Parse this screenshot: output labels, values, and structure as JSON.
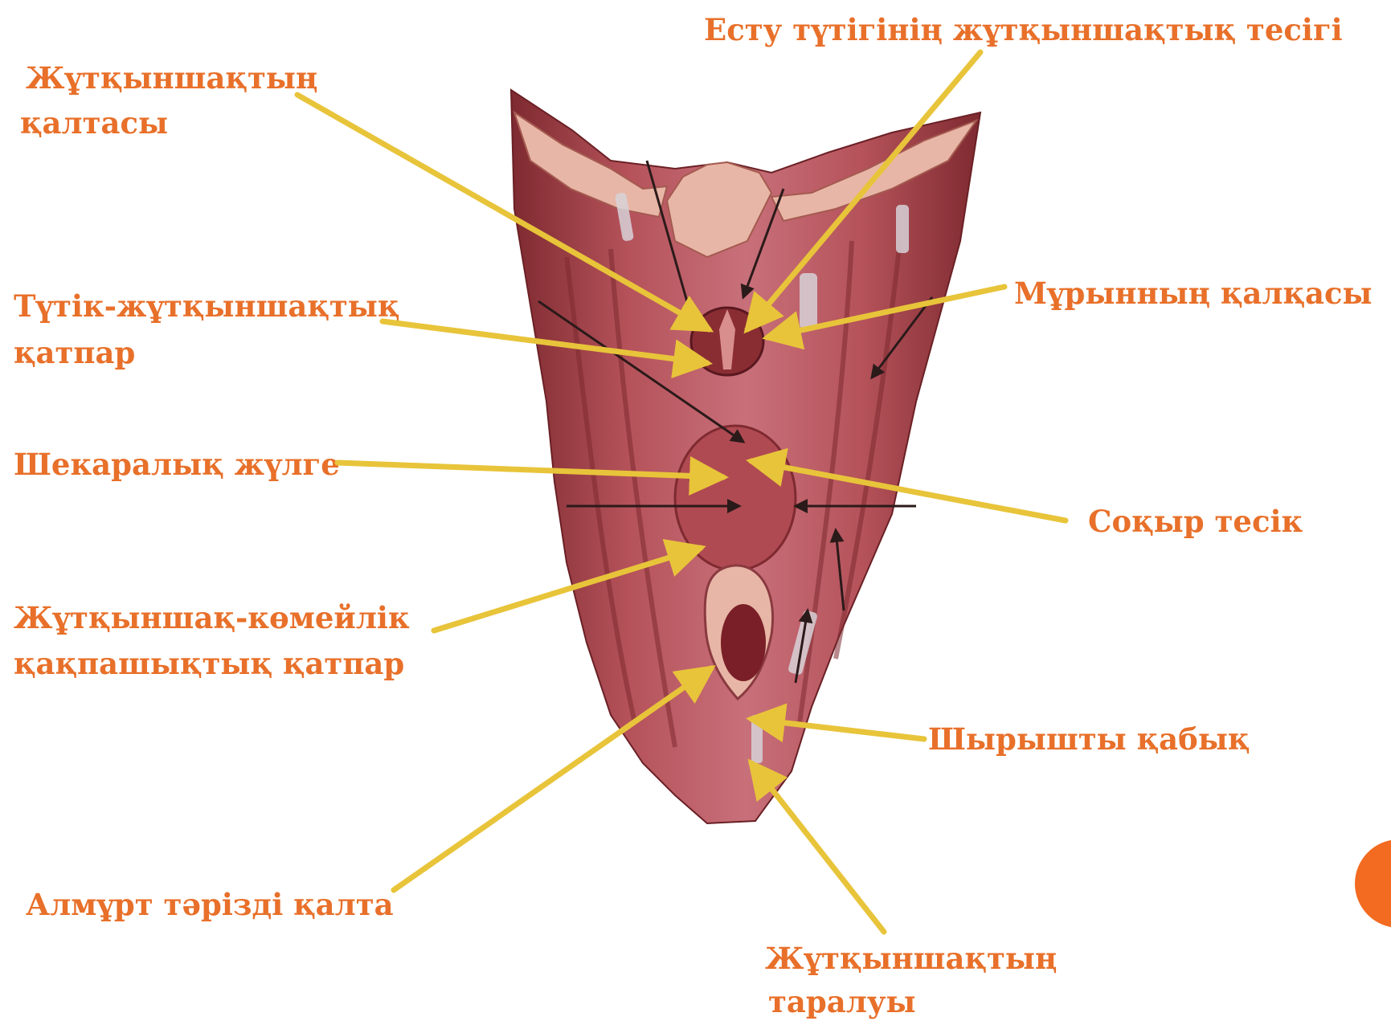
{
  "colors": {
    "label_text": "#e8702a",
    "pointer_arrow": "#e8c43a",
    "tissue_dark": "#8a2d33",
    "tissue_mid": "#b5525a",
    "tissue_light": "#d98e8e",
    "bone": "#e8b6a6",
    "accent_circle": "#f26b21"
  },
  "labels": {
    "auditory_tube_opening": "Есту түтігінің жұтқыншақтық тесігі",
    "pharyngeal_pouch_line1": "Жұтқыншақтың",
    "pharyngeal_pouch_line2": "қалтасы",
    "nasal_septum": "Мұрынның қалқасы",
    "salpingopharyngeal_fold_line1": "Түтік-жұтқыншақтық",
    "salpingopharyngeal_fold_line2": "қатпар",
    "terminal_sulcus": "Шекаралық жүлге",
    "foramen_cecum": "Соқыр тесік",
    "pharyngoepiglottic_fold_line1": "Жұтқыншақ-көмейлік",
    "pharyngoepiglottic_fold_line2": "қақпашықтық қатпар",
    "mucous_membrane": "Шырышты қабық",
    "piriform_recess": "Алмұрт тәрізді қалта",
    "pharynx_division_line1": "Жұтқыншақтың",
    "pharynx_division_line2": "таралуы"
  }
}
